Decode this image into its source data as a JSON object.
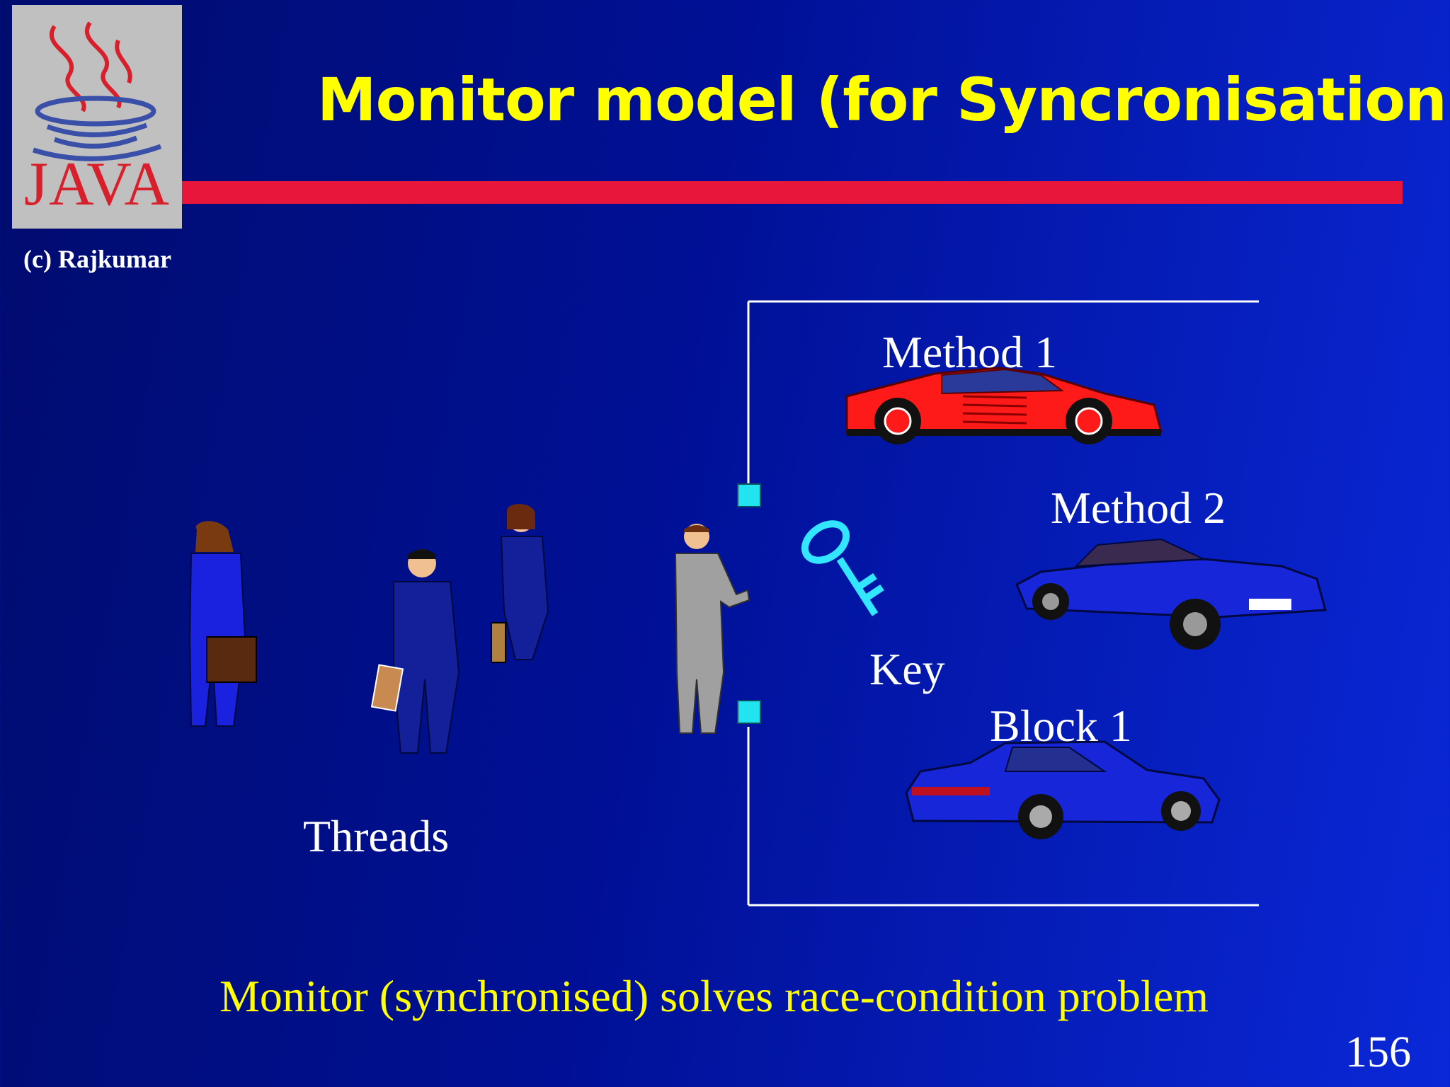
{
  "slide": {
    "title": "Monitor model (for Syncronisation)",
    "logo_text": "JAVA",
    "copyright": "(c) Rajkumar",
    "labels": {
      "method1": "Method 1",
      "method2": "Method 2",
      "block1": "Block 1",
      "key": "Key",
      "threads": "Threads"
    },
    "caption": "Monitor (synchronised) solves race-condition problem",
    "page_number": "156"
  },
  "colors": {
    "title": "#ffff00",
    "rule": "#e8163a",
    "caption": "#ffff00",
    "key": "#33e6ff",
    "door_marker": "#22e4f0",
    "car_red": "#ff1a1a",
    "car_blue": "#1626d8"
  },
  "icons": [
    "java-cup-icon",
    "person-icon",
    "briefcase-icon",
    "key-icon",
    "sports-car-icon",
    "convertible-car-icon",
    "coupe-car-icon"
  ]
}
